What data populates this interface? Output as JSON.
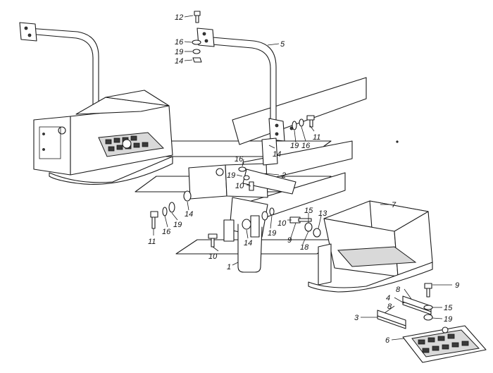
{
  "callouts": [
    {
      "id": "c12",
      "text": "12"
    },
    {
      "id": "c16a",
      "text": "16"
    },
    {
      "id": "c19a",
      "text": "19"
    },
    {
      "id": "c14a",
      "text": "14"
    },
    {
      "id": "c5",
      "text": "5"
    },
    {
      "id": "c11a",
      "text": "11"
    },
    {
      "id": "c16b",
      "text": "16"
    },
    {
      "id": "c19b",
      "text": "19"
    },
    {
      "id": "c14b",
      "text": "14"
    },
    {
      "id": "c16c",
      "text": "16"
    },
    {
      "id": "c2",
      "text": "2"
    },
    {
      "id": "c19c",
      "text": "19"
    },
    {
      "id": "c10a",
      "text": "10"
    },
    {
      "id": "c14c",
      "text": "14"
    },
    {
      "id": "c19d",
      "text": "19"
    },
    {
      "id": "c16d",
      "text": "16"
    },
    {
      "id": "c11b",
      "text": "11"
    },
    {
      "id": "c14d",
      "text": "14"
    },
    {
      "id": "c10b",
      "text": "10"
    },
    {
      "id": "c1",
      "text": "1"
    },
    {
      "id": "c19e",
      "text": "19"
    },
    {
      "id": "c10c",
      "text": "10"
    },
    {
      "id": "c15a",
      "text": "15"
    },
    {
      "id": "c13",
      "text": "13"
    },
    {
      "id": "c9a",
      "text": "9"
    },
    {
      "id": "c18",
      "text": "18"
    },
    {
      "id": "c7",
      "text": "7"
    },
    {
      "id": "c8a",
      "text": "8"
    },
    {
      "id": "c9b",
      "text": "9"
    },
    {
      "id": "c4",
      "text": "4"
    },
    {
      "id": "c8b",
      "text": "8"
    },
    {
      "id": "c15b",
      "text": "15"
    },
    {
      "id": "c3",
      "text": "3"
    },
    {
      "id": "c19f",
      "text": "19"
    },
    {
      "id": "c6",
      "text": "6"
    }
  ]
}
